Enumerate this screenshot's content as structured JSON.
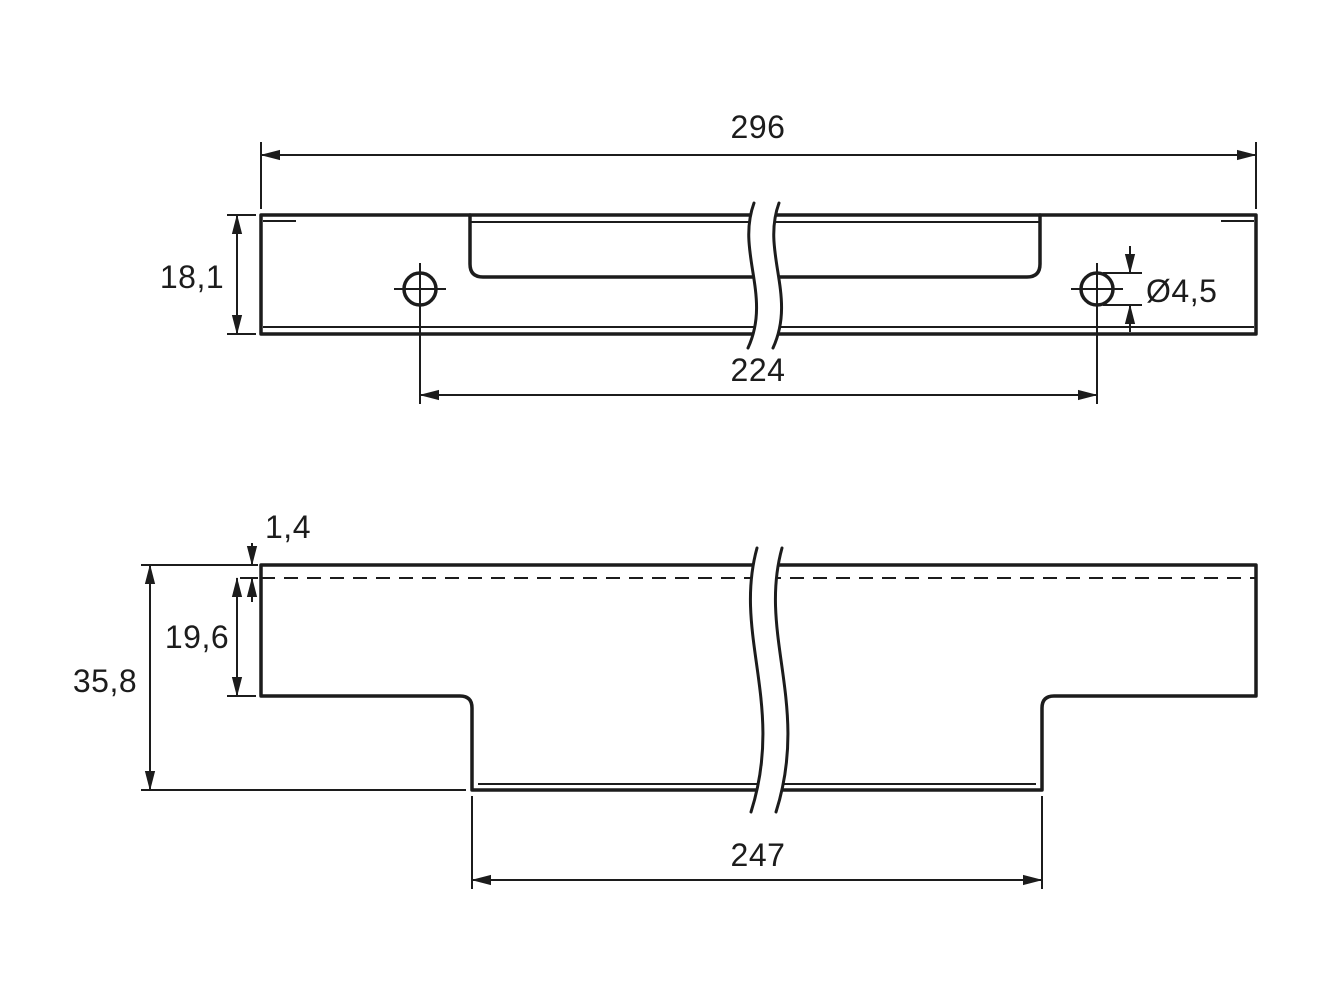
{
  "drawing": {
    "top_view": {
      "overall_length": "296",
      "height": "18,1",
      "hole_spacing": "224",
      "hole_diameter": "Ø4,5"
    },
    "front_view": {
      "top_thickness": "1,4",
      "recess_depth": "19,6",
      "overall_height": "35,8",
      "bottom_width": "247"
    }
  }
}
